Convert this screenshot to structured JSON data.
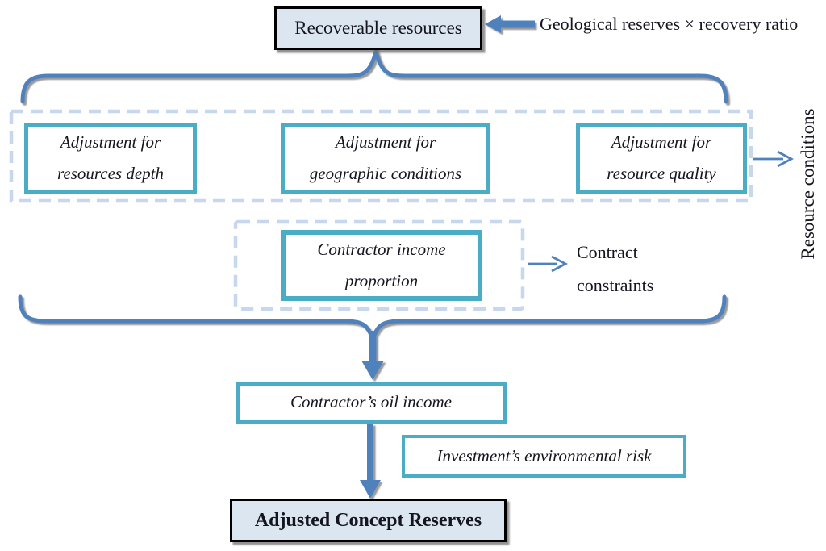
{
  "diagram": {
    "top": {
      "source_box": "Recoverable resources",
      "formula": "Geological reserves × recovery ratio"
    },
    "resource_block": {
      "boxes": [
        {
          "line1": "Adjustment for",
          "line2": "resources depth"
        },
        {
          "line1": "Adjustment for",
          "line2": "geographic conditions"
        },
        {
          "line1": "Adjustment for",
          "line2": "resource quality"
        }
      ],
      "side_label": "Resource conditions"
    },
    "contract_block": {
      "box": {
        "line1": "Contractor income",
        "line2": "proportion"
      },
      "side_label": {
        "line1": "Contract",
        "line2": "constraints"
      }
    },
    "flow": {
      "oil_income": "Contractor’s oil income",
      "environmental_risk": "Investment’s environmental risk",
      "result": "Adjusted Concept Reserves"
    },
    "icons": {
      "input_arrow": "thick-left-arrow",
      "top_brace": "overbrace",
      "bottom_brace": "underbrace",
      "flow_arrows": "thick-down-arrow",
      "side_pointers": "thin-right-arrow"
    },
    "colors": {
      "accent_blue": "#4F81BD",
      "teal_border": "#4BACC6",
      "highlight_fill": "#DCE6F1",
      "dashed_border": "#C7D7EE",
      "text": "#15151f"
    }
  }
}
